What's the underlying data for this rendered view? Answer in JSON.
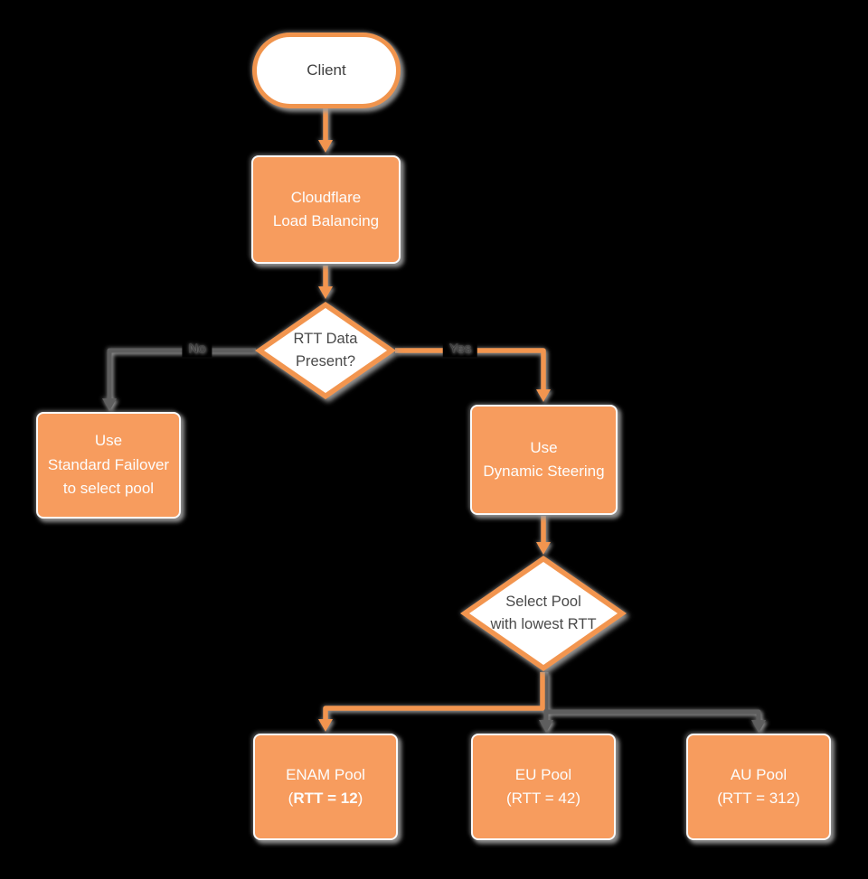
{
  "colors": {
    "background": "#000000",
    "node_fill_orange": "#F79C5E",
    "stroke_orange": "#F2954F",
    "stroke_gray": "#5E5E5E",
    "shadow_gray": "#9E9E9E",
    "text_dark": "#4A4A4A",
    "text_light": "#FFFFFF"
  },
  "diagram": {
    "type": "flowchart",
    "nodes": {
      "client": {
        "shape": "stadium",
        "label": "Client"
      },
      "load_balancing": {
        "shape": "rect",
        "line1": "Cloudflare",
        "line2": "Load Balancing"
      },
      "rtt_decision": {
        "shape": "diamond",
        "line1": "RTT Data",
        "line2": "Present?"
      },
      "standard_failover": {
        "shape": "rect",
        "line1": "Use",
        "line2": "Standard Failover",
        "line3": "to select pool"
      },
      "dynamic_steering": {
        "shape": "rect",
        "line1": "Use",
        "line2": "Dynamic Steering"
      },
      "select_pool": {
        "shape": "diamond",
        "line1": "Select Pool",
        "line2": "with lowest RTT"
      },
      "enam_pool": {
        "shape": "rect",
        "line1": "ENAM Pool",
        "paren_open": "(",
        "rtt": "RTT = 12",
        "paren_close": ")"
      },
      "eu_pool": {
        "shape": "rect",
        "line1": "EU Pool",
        "line2": "(RTT = 42)"
      },
      "au_pool": {
        "shape": "rect",
        "line1": "AU Pool",
        "line2": "(RTT = 312)"
      }
    },
    "edges": [
      {
        "from": "client",
        "to": "load_balancing",
        "color": "orange"
      },
      {
        "from": "load_balancing",
        "to": "rtt_decision",
        "color": "orange"
      },
      {
        "from": "rtt_decision",
        "to": "standard_failover",
        "label": "No",
        "color": "gray"
      },
      {
        "from": "rtt_decision",
        "to": "dynamic_steering",
        "label": "Yes",
        "color": "orange"
      },
      {
        "from": "dynamic_steering",
        "to": "select_pool",
        "color": "orange"
      },
      {
        "from": "select_pool",
        "to": "enam_pool",
        "color": "orange"
      },
      {
        "from": "select_pool",
        "to": "eu_pool",
        "color": "gray"
      },
      {
        "from": "select_pool",
        "to": "au_pool",
        "color": "gray"
      }
    ]
  }
}
